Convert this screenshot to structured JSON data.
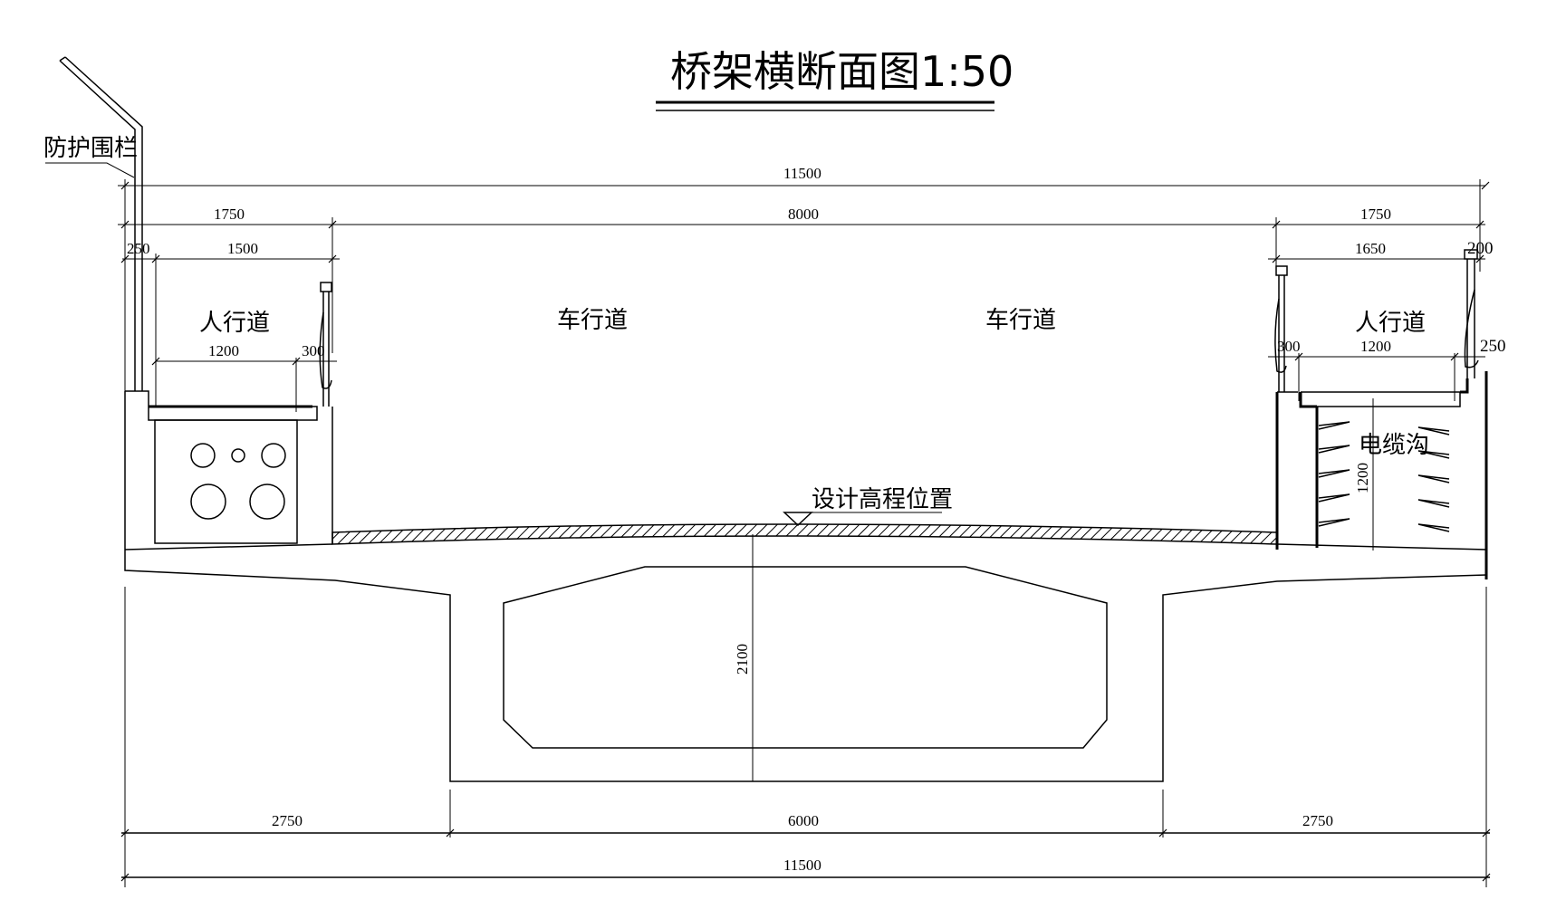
{
  "title": {
    "text": "桥架横断面图1:50",
    "scale": "1:50"
  },
  "labels": {
    "guardrail": "防护围栏",
    "sidewalk_left": "人行道",
    "sidewalk_right": "人行道",
    "roadway_left": "车行道",
    "roadway_right": "车行道",
    "cable_trench": "电缆沟",
    "design_elevation": "设计高程位置"
  },
  "dimensions": {
    "top_total": "11500",
    "left_sidewalk_total": "1750",
    "roadway_width": "8000",
    "right_sidewalk_total": "1750",
    "left_railing_width": "250",
    "left_walk_clear": "1500",
    "right_walk_clear": "1650",
    "right_top_offset": "200",
    "left_duct_width": "1200",
    "left_curb_width": "300",
    "right_curb_width": "300",
    "right_trench_width": "1200",
    "right_railing_width": "250",
    "trench_depth": "1200",
    "girder_height": "2100",
    "bottom_left_cantilever": "2750",
    "bottom_box_width": "6000",
    "bottom_right_cantilever": "2750",
    "bottom_total": "11500"
  },
  "colors": {
    "line": "#000000",
    "background": "#ffffff"
  }
}
